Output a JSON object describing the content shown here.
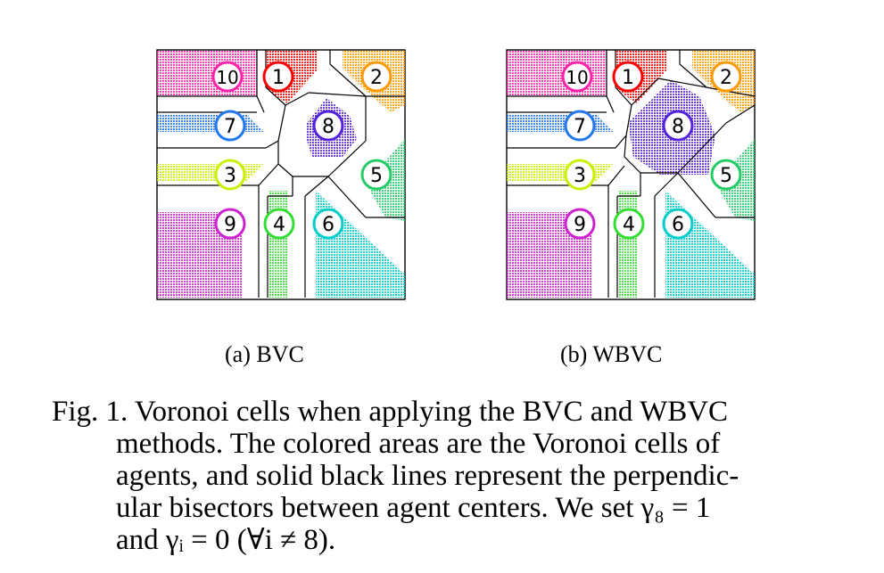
{
  "figure": {
    "panels": [
      {
        "id": "a",
        "subcaption": "(a) BVC"
      },
      {
        "id": "b",
        "subcaption": "(b) WBVC"
      }
    ],
    "agents": [
      {
        "label": "1",
        "color": "#ff0000"
      },
      {
        "label": "2",
        "color": "#ff9900"
      },
      {
        "label": "3",
        "color": "#ccee00"
      },
      {
        "label": "4",
        "color": "#33dd33"
      },
      {
        "label": "5",
        "color": "#22cc66"
      },
      {
        "label": "6",
        "color": "#00cccc"
      },
      {
        "label": "7",
        "color": "#2277ee"
      },
      {
        "label": "8",
        "color": "#5522dd"
      },
      {
        "label": "9",
        "color": "#cc22cc"
      },
      {
        "label": "10",
        "color": "#ff22aa"
      }
    ],
    "caption_lines": [
      "Fig. 1. Voronoi cells when applying the BVC and WBVC",
      "methods. The colored areas are the Voronoi cells of",
      "agents, and solid black lines represent the perpendic-",
      "ular bisectors between agent centers. We set γ₈ = 1",
      "and γᵢ = 0 (∀i ≠ 8)."
    ]
  }
}
